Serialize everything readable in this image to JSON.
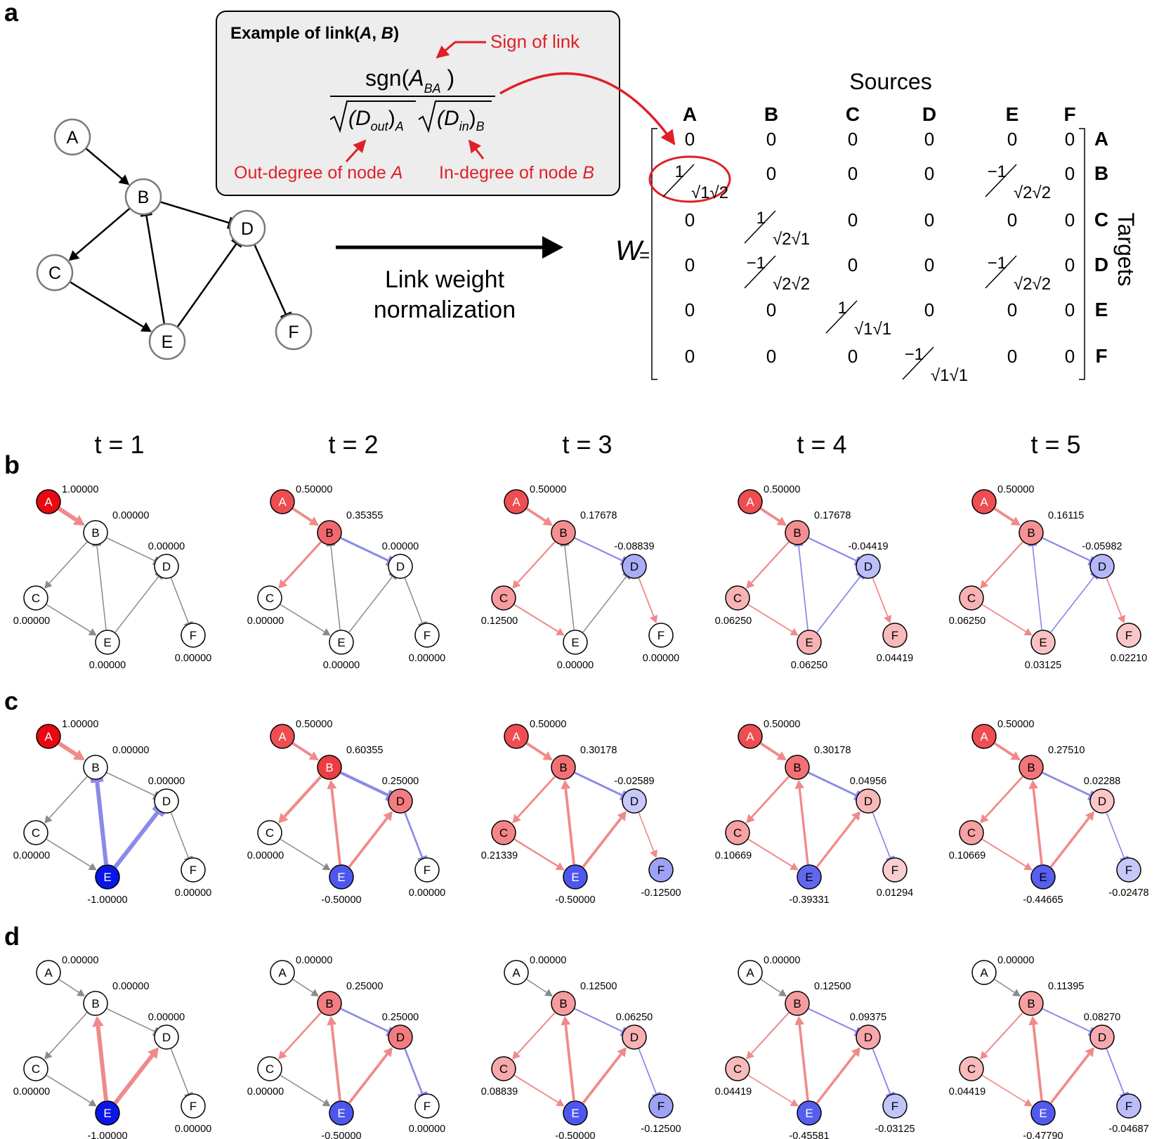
{
  "panel_labels": [
    "a",
    "b",
    "c",
    "d"
  ],
  "example_box": {
    "title_prefix": "Example of link(",
    "title_A": "A",
    "title_sep": ", ",
    "title_B": "B",
    "title_suffix": ")",
    "sign_of_link": "Sign of link",
    "numerator_prefix": "sgn(",
    "numerator_var": "A",
    "numerator_sub": "BA",
    "numerator_suffix": " )",
    "den1_var": "(D",
    "den1_sub": "out",
    "den1_close": ")",
    "den1_sub2": "A",
    "den2_var": "(D",
    "den2_sub": "in",
    "den2_close": ")",
    "den2_sub2": "B",
    "out_degree_prefix": "Out-degree of node ",
    "out_degree_node": "A",
    "in_degree_prefix": "In-degree of node ",
    "in_degree_node": "B"
  },
  "arrow_label_line1": "Link weight",
  "arrow_label_line2": "normalization",
  "matrix": {
    "lhs": "W",
    "equals": "=",
    "sources_title": "Sources",
    "targets_title": "Targets",
    "col_headers": [
      "A",
      "B",
      "C",
      "D",
      "E",
      "F"
    ],
    "row_headers": [
      "A",
      "B",
      "C",
      "D",
      "E",
      "F"
    ],
    "cells": [
      [
        "0",
        "0",
        "0",
        "0",
        "0",
        "0"
      ],
      [
        "1/√1√2",
        "0",
        "0",
        "0",
        "−1/√2√2",
        "0"
      ],
      [
        "0",
        "1/√2√1",
        "0",
        "0",
        "0",
        "0"
      ],
      [
        "0",
        "−1/√2√2",
        "0",
        "0",
        "−1/√2√2",
        "0"
      ],
      [
        "0",
        "0",
        "1/√1√1",
        "0",
        "0",
        "0"
      ],
      [
        "0",
        "0",
        "0",
        "−1/√1√1",
        "0",
        "0"
      ]
    ]
  },
  "base_network": {
    "nodes": [
      "A",
      "B",
      "C",
      "D",
      "E",
      "F"
    ],
    "edges": [
      {
        "from": "A",
        "to": "B",
        "type": "activation"
      },
      {
        "from": "B",
        "to": "C",
        "type": "activation"
      },
      {
        "from": "B",
        "to": "D",
        "type": "inhibition"
      },
      {
        "from": "C",
        "to": "E",
        "type": "activation"
      },
      {
        "from": "E",
        "to": "B",
        "type": "inhibition"
      },
      {
        "from": "E",
        "to": "D",
        "type": "inhibition"
      },
      {
        "from": "D",
        "to": "F",
        "type": "inhibition"
      }
    ]
  },
  "time_labels": [
    "t = 1",
    "t = 2",
    "t = 3",
    "t = 4",
    "t = 5"
  ],
  "colors": {
    "positive": "#e8080f",
    "negative": "#0a16e6",
    "edge_neutral": "#8a8a8a",
    "edge_pos": "#f08a8a",
    "edge_neg": "#8a8ae8",
    "annotation_red": "#e01f26"
  },
  "panels": [
    {
      "label": "b",
      "edge_sign": [
        [
          1,
          1,
          1,
          1,
          -1,
          -1,
          -1
        ],
        [
          1,
          1,
          -1,
          1,
          -1,
          -1,
          -1
        ],
        [
          1,
          1,
          -1,
          1,
          -1,
          -1,
          1
        ],
        [
          1,
          1,
          -1,
          1,
          -1,
          -1,
          1
        ],
        [
          1,
          1,
          -1,
          1,
          -1,
          -1,
          1
        ]
      ],
      "edge_active": [
        [
          true,
          false,
          false,
          false,
          false,
          false,
          false
        ],
        [
          true,
          true,
          true,
          false,
          false,
          false,
          false
        ],
        [
          true,
          true,
          true,
          true,
          false,
          false,
          true
        ],
        [
          true,
          true,
          true,
          true,
          true,
          true,
          true
        ],
        [
          true,
          true,
          true,
          true,
          true,
          true,
          true
        ]
      ],
      "steps": [
        {
          "A": "1.00000",
          "B": "0.00000",
          "C": "0.00000",
          "D": "0.00000",
          "E": "0.00000",
          "F": "0.00000"
        },
        {
          "A": "0.50000",
          "B": "0.35355",
          "C": "0.00000",
          "D": "0.00000",
          "E": "0.00000",
          "F": "0.00000"
        },
        {
          "A": "0.50000",
          "B": "0.17678",
          "C": "0.12500",
          "D": "-0.08839",
          "E": "0.00000",
          "F": "0.00000"
        },
        {
          "A": "0.50000",
          "B": "0.17678",
          "C": "0.06250",
          "D": "-0.04419",
          "E": "0.06250",
          "F": "0.04419"
        },
        {
          "A": "0.50000",
          "B": "0.16115",
          "C": "0.06250",
          "D": "-0.05982",
          "E": "0.03125",
          "F": "0.02210"
        }
      ]
    },
    {
      "label": "c",
      "edge_sign": [
        [
          1,
          1,
          1,
          1,
          -1,
          -1,
          -1
        ],
        [
          1,
          1,
          -1,
          1,
          1,
          1,
          -1
        ],
        [
          1,
          1,
          -1,
          1,
          1,
          1,
          1
        ],
        [
          1,
          1,
          -1,
          1,
          1,
          1,
          -1
        ],
        [
          1,
          1,
          -1,
          1,
          1,
          1,
          -1
        ]
      ],
      "edge_active": [
        [
          true,
          false,
          false,
          false,
          true,
          true,
          false
        ],
        [
          true,
          true,
          true,
          false,
          true,
          true,
          true
        ],
        [
          true,
          true,
          true,
          true,
          true,
          true,
          true
        ],
        [
          true,
          true,
          true,
          true,
          true,
          true,
          true
        ],
        [
          true,
          true,
          true,
          true,
          true,
          true,
          true
        ]
      ],
      "steps": [
        {
          "A": "1.00000",
          "B": "0.00000",
          "C": "0.00000",
          "D": "0.00000",
          "E": "-1.00000",
          "F": "0.00000"
        },
        {
          "A": "0.50000",
          "B": "0.60355",
          "C": "0.00000",
          "D": "0.25000",
          "E": "-0.50000",
          "F": "0.00000"
        },
        {
          "A": "0.50000",
          "B": "0.30178",
          "C": "0.21339",
          "D": "-0.02589",
          "E": "-0.50000",
          "F": "-0.12500"
        },
        {
          "A": "0.50000",
          "B": "0.30178",
          "C": "0.10669",
          "D": "0.04956",
          "E": "-0.39331",
          "F": "0.01294"
        },
        {
          "A": "0.50000",
          "B": "0.27510",
          "C": "0.10669",
          "D": "0.02288",
          "E": "-0.44665",
          "F": "-0.02478"
        }
      ]
    },
    {
      "label": "d",
      "edge_sign": [
        [
          1,
          1,
          1,
          1,
          1,
          1,
          -1
        ],
        [
          1,
          1,
          -1,
          1,
          1,
          1,
          -1
        ],
        [
          1,
          1,
          -1,
          1,
          1,
          1,
          -1
        ],
        [
          1,
          1,
          -1,
          1,
          1,
          1,
          -1
        ],
        [
          1,
          1,
          -1,
          1,
          1,
          1,
          -1
        ]
      ],
      "edge_active": [
        [
          false,
          false,
          false,
          false,
          true,
          true,
          false
        ],
        [
          false,
          true,
          true,
          false,
          true,
          true,
          true
        ],
        [
          false,
          true,
          true,
          true,
          true,
          true,
          true
        ],
        [
          false,
          true,
          true,
          true,
          true,
          true,
          true
        ],
        [
          false,
          true,
          true,
          true,
          true,
          true,
          true
        ]
      ],
      "steps": [
        {
          "A": "0.00000",
          "B": "0.00000",
          "C": "0.00000",
          "D": "0.00000",
          "E": "-1.00000",
          "F": "0.00000"
        },
        {
          "A": "0.00000",
          "B": "0.25000",
          "C": "0.00000",
          "D": "0.25000",
          "E": "-0.50000",
          "F": "0.00000"
        },
        {
          "A": "0.00000",
          "B": "0.12500",
          "C": "0.08839",
          "D": "0.06250",
          "E": "-0.50000",
          "F": "-0.12500"
        },
        {
          "A": "0.00000",
          "B": "0.12500",
          "C": "0.04419",
          "D": "0.09375",
          "E": "-0.45581",
          "F": "-0.03125"
        },
        {
          "A": "0.00000",
          "B": "0.11395",
          "C": "0.04419",
          "D": "0.08270",
          "E": "-0.47790",
          "F": "-0.04687"
        }
      ]
    }
  ]
}
